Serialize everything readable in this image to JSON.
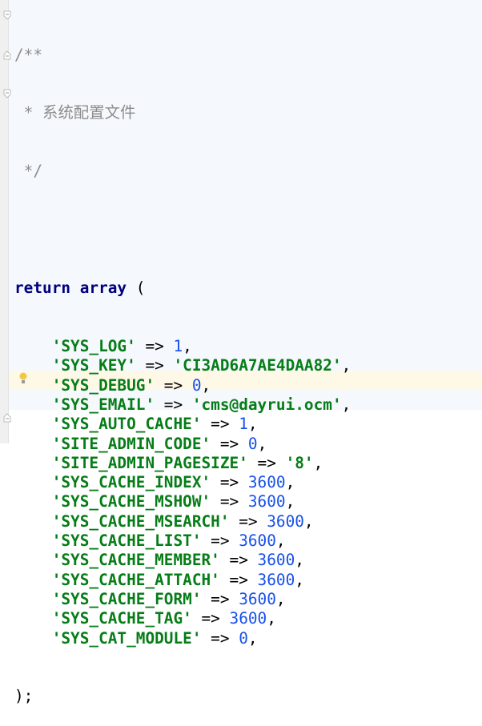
{
  "comment": {
    "open": "/**",
    "text": " * 系统配置文件",
    "close": " */"
  },
  "return_line": {
    "keyword": "return array",
    "paren": " ("
  },
  "entries": [
    {
      "key": "'SYS_LOG'",
      "value": "1",
      "type": "num"
    },
    {
      "key": "'SYS_KEY'",
      "value": "'CI3AD6A7AE4DAA82'",
      "type": "str"
    },
    {
      "key": "'SYS_DEBUG'",
      "value": "0",
      "type": "num"
    },
    {
      "key": "'SYS_EMAIL'",
      "value": "'cms@dayrui.ocm'",
      "type": "str"
    },
    {
      "key": "'SYS_AUTO_CACHE'",
      "value": "1",
      "type": "num"
    },
    {
      "key": "'SITE_ADMIN_CODE'",
      "value": "0",
      "type": "num"
    },
    {
      "key": "'SITE_ADMIN_PAGESIZE'",
      "value": "'8'",
      "type": "str"
    },
    {
      "key": "'SYS_CACHE_INDEX'",
      "value": "3600",
      "type": "num"
    },
    {
      "key": "'SYS_CACHE_MSHOW'",
      "value": "3600",
      "type": "num"
    },
    {
      "key": "'SYS_CACHE_MSEARCH'",
      "value": "3600",
      "type": "num"
    },
    {
      "key": "'SYS_CACHE_LIST'",
      "value": "3600",
      "type": "num"
    },
    {
      "key": "'SYS_CACHE_MEMBER'",
      "value": "3600",
      "type": "num"
    },
    {
      "key": "'SYS_CACHE_ATTACH'",
      "value": "3600",
      "type": "num"
    },
    {
      "key": "'SYS_CACHE_FORM'",
      "value": "3600",
      "type": "num"
    },
    {
      "key": "'SYS_CACHE_TAG'",
      "value": "3600",
      "type": "num"
    },
    {
      "key": "'SYS_CAT_MODULE'",
      "value": "0",
      "type": "num"
    }
  ],
  "arrow": " => ",
  "comma": ",",
  "close": ");",
  "highlighted_line": 15
}
